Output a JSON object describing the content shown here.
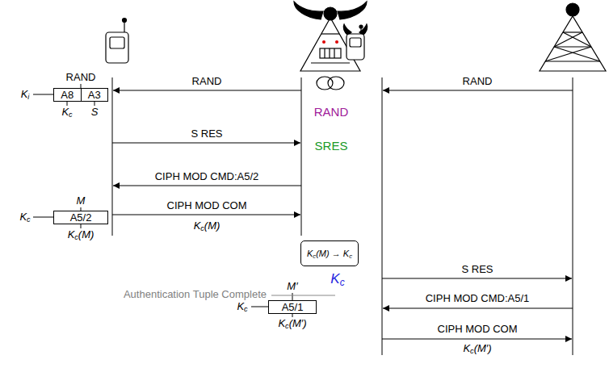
{
  "diagram": {
    "nodes": [
      {
        "text": [
          "A8",
          "A3"
        ]
      },
      {
        "text": [
          "A5/2"
        ]
      },
      {
        "text": [
          "Kc(M) → Kc"
        ]
      },
      {
        "text": [
          "A5/1"
        ]
      }
    ],
    "labels": [
      "RAND",
      "Ki",
      "Kc",
      "S",
      "RAND",
      "S RES",
      "CIPH MOD CMD:A5/2",
      "CIPH MOD COM",
      "Kc(M)",
      "M",
      "Kc",
      "Kc(M)",
      "RAND",
      "SRES",
      "RAND",
      "Authentication Tuple Complete",
      "Kc",
      "S RES",
      "CIPH MOD CMD:A5/1",
      "CIPH MOD COM",
      "Kc(M′)",
      "M′",
      "Kc",
      "Kc(M′)"
    ]
  }
}
